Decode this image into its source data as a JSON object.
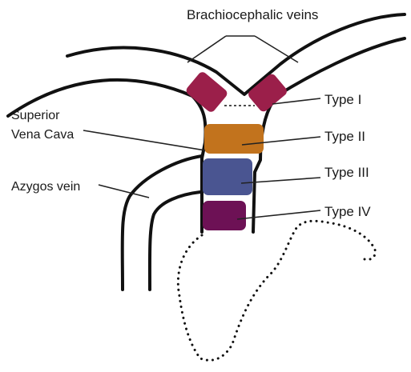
{
  "labels": {
    "brachiocephalic": "Brachiocephalic veins",
    "svc_line1": "Superior",
    "svc_line2": "Vena Cava",
    "azygos": "Azygos vein",
    "type1": "Type I",
    "type2": "Type II",
    "type3": "Type III",
    "type4": "Type IV"
  },
  "colors": {
    "type1": "#9b1f4a",
    "type2": "#c2731d",
    "type3": "#4a5591",
    "type4": "#6d1155"
  }
}
